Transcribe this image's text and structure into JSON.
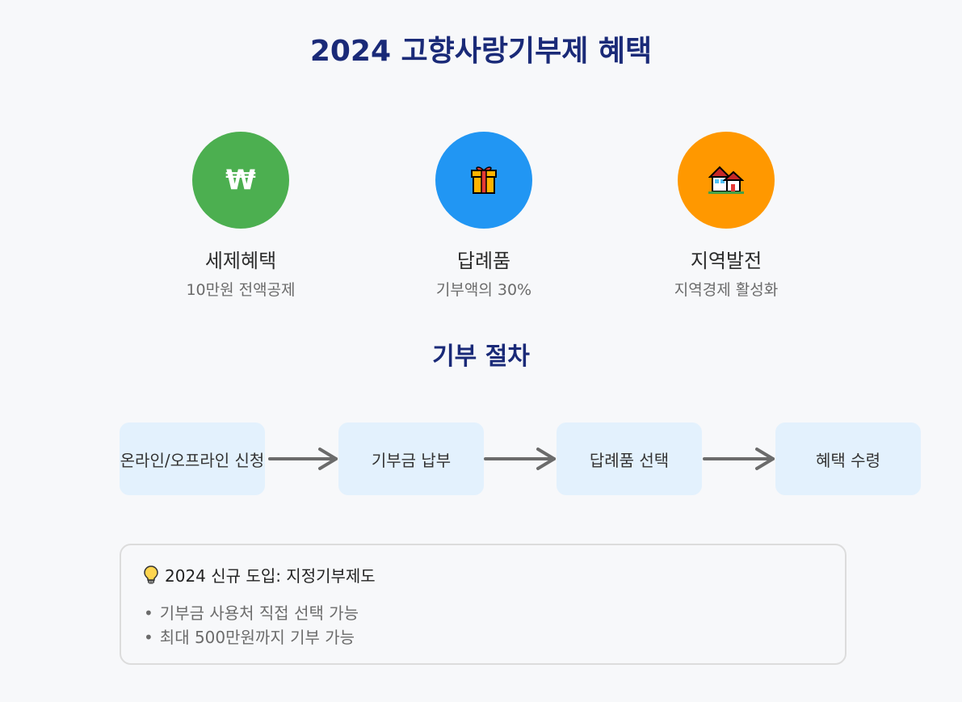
{
  "title": "2024 고향사랑기부제 혜택",
  "benefits": [
    {
      "name": "세제혜택",
      "desc": "10만원 전액공제",
      "color": "#4caf50",
      "icon": "won-sign-icon",
      "glyph": "₩"
    },
    {
      "name": "답례품",
      "desc": "기부액의 30%",
      "color": "#2196f3",
      "icon": "gift-icon"
    },
    {
      "name": "지역발전",
      "desc": "지역경제 활성화",
      "color": "#ff9800",
      "icon": "houses-icon"
    }
  ],
  "process": {
    "title": "기부 절차",
    "steps": [
      "온라인/오프라인 신청",
      "기부금 납부",
      "답례품 선택",
      "혜택 수령"
    ]
  },
  "note": {
    "title": "2024 신규 도입: 지정기부제도",
    "icon": "lightbulb-icon",
    "bullet": "•",
    "items": [
      "기부금 사용처 직접 선택 가능",
      "최대 500만원까지 기부 가능"
    ]
  },
  "colors": {
    "title": "#1a2a78",
    "step_bg": "#e3f1fd",
    "arrow": "#6b6b6b"
  }
}
